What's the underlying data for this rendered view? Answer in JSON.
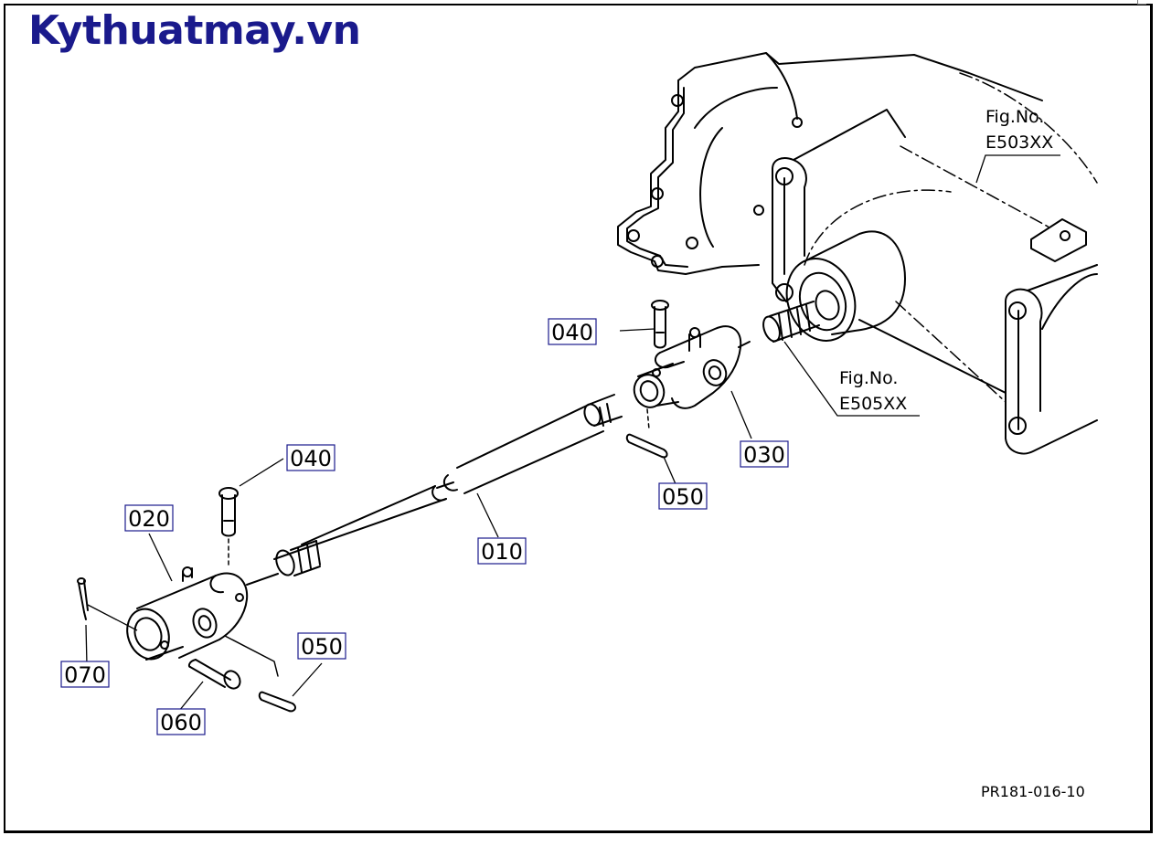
{
  "brand": {
    "text": "Kythuatmay.vn",
    "color": "#1a1a8c"
  },
  "figure_refs": [
    {
      "line1": "Fig.No.",
      "line2": "E503XX"
    },
    {
      "line1": "Fig.No.",
      "line2": "E505XX"
    }
  ],
  "callouts": [
    "040",
    "040",
    "020",
    "030",
    "050",
    "010",
    "050",
    "070",
    "060"
  ],
  "drawing_code": "PR181-016-10"
}
